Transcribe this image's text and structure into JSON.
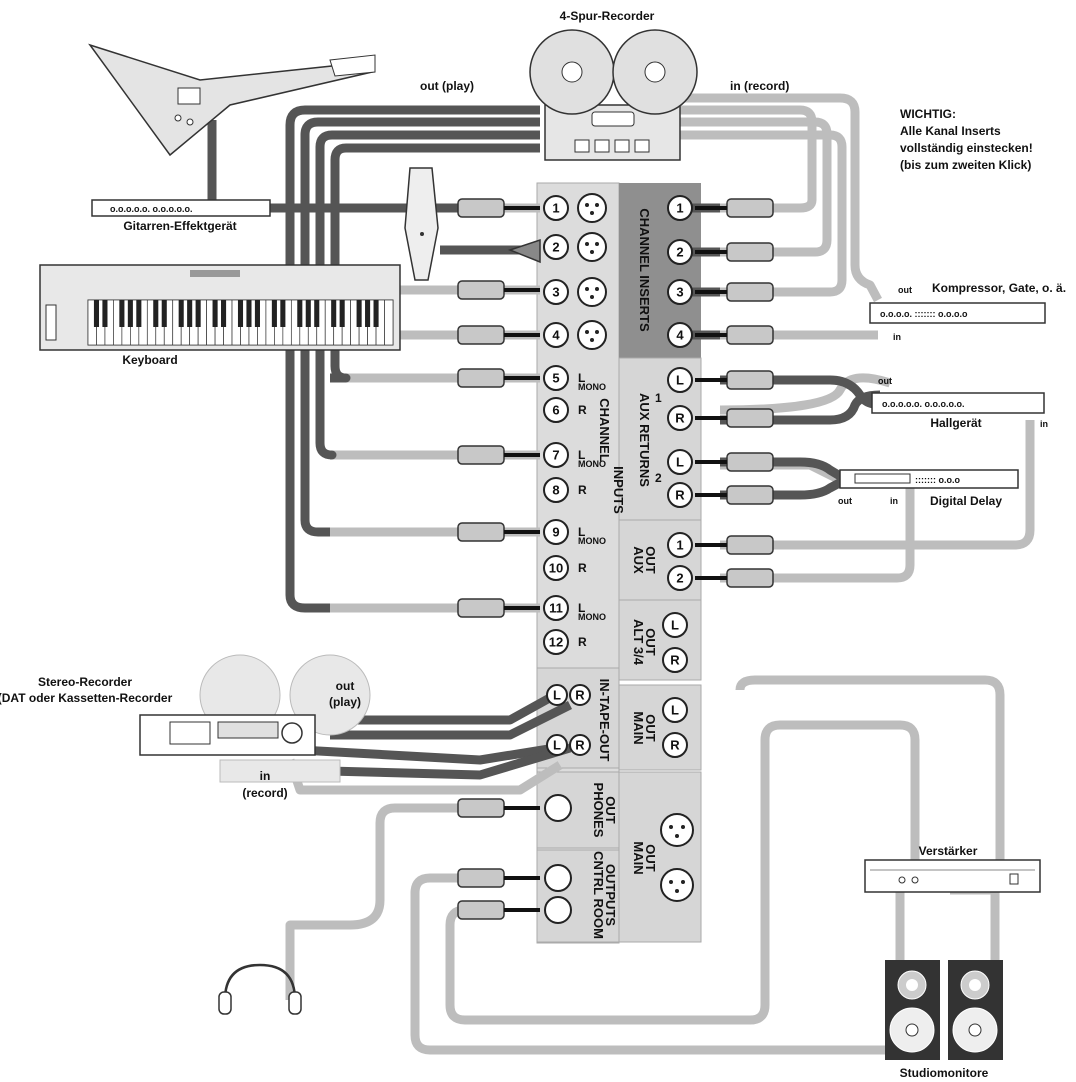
{
  "labels": {
    "four_track": "4-Spur-Recorder",
    "out_play": "out (play)",
    "in_record": "in (record)",
    "important_1": "WICHTIG:",
    "important_2": "Alle Kanal Inserts",
    "important_3": "vollständig einstecken!",
    "important_4": "(bis zum zweiten Klick)",
    "guitar_fx": "Gitarren-Effektgerät",
    "keyboard": "Keyboard",
    "compressor": "Kompressor, Gate, o. ä.",
    "comp_out": "out",
    "comp_in": "in",
    "reverb": "Hallgerät",
    "reverb_out": "out",
    "reverb_in": "in",
    "delay": "Digital Delay",
    "delay_out": "out",
    "delay_in": "in",
    "stereo_rec_1": "Stereo-Recorder",
    "stereo_rec_2": "(DAT oder Kassetten-Recorder",
    "stereo_out_1": "out",
    "stereo_out_2": "(play)",
    "stereo_in_1": "in",
    "stereo_in_2": "(record)",
    "amplifier": "Verstärker",
    "monitors": "Studiomonitore"
  },
  "mixer": {
    "channel_inputs_1": "CHANNEL",
    "channel_inputs_2": "INPUTS",
    "channel_inserts": "CHANNEL INSERTS",
    "aux_returns": "AUX RETURNS",
    "aux_out_1": "AUX",
    "aux_out_2": "OUT",
    "alt_out_1": "ALT 3/4",
    "alt_out_2": "OUT",
    "in_tape_out": "IN-TAPE-OUT",
    "main_out_1": "MAIN",
    "main_out_2": "OUT",
    "phones_out_1": "PHONES",
    "phones_out_2": "OUT",
    "main_out_xlr_1": "MAIN",
    "main_out_xlr_2": "OUT",
    "ctrl_room_1": "CNTRL ROOM",
    "ctrl_room_2": "OUTPUTS",
    "aux_ret_num_1": "1",
    "aux_ret_num_2": "2",
    "mono": "MONO"
  },
  "channel_jacks": [
    "1",
    "2",
    "3",
    "4",
    "5",
    "6",
    "7",
    "8",
    "9",
    "10",
    "11",
    "12"
  ],
  "channel_jack_suffix": [
    "",
    "",
    "",
    "",
    "L",
    "R",
    "L",
    "R",
    "L",
    "R",
    "L",
    "R"
  ],
  "insert_jacks": [
    "1",
    "2",
    "3",
    "4"
  ],
  "aux_return_jacks": [
    "L",
    "R",
    "L",
    "R"
  ],
  "aux_out_jacks": [
    "1",
    "2"
  ],
  "alt_out_jacks": [
    "L",
    "R"
  ],
  "tape_jacks": [
    "L",
    "R",
    "L",
    "R"
  ],
  "main_out_jacks": [
    "L",
    "R"
  ],
  "colors": {
    "cable_dark": "#555555",
    "cable_light": "#bdbdbd",
    "panel": "#d9d9d9",
    "panel_dark": "#8f8f8f"
  }
}
